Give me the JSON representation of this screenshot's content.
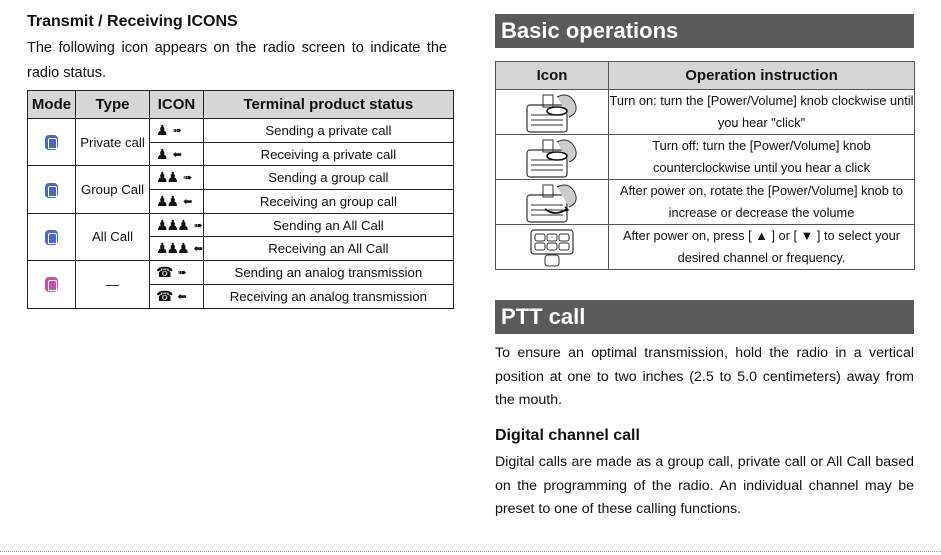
{
  "left": {
    "heading": "Transmit / Receiving ICONS",
    "intro": "The following icon appears on the radio screen to indicate the radio status.",
    "table": {
      "headers": [
        "Mode",
        "Type",
        "ICON",
        "Terminal product status"
      ],
      "groups": [
        {
          "mode_color": "#4a67c9",
          "type": "Private call",
          "rows": [
            {
              "icon": "person-icon",
              "dir": "send",
              "status": "Sending a private call"
            },
            {
              "icon": "person-icon",
              "dir": "receive",
              "status": "Receiving a private call"
            }
          ]
        },
        {
          "mode_color": "#4a67c9",
          "type": "Group Call",
          "rows": [
            {
              "icon": "group-icon",
              "dir": "send",
              "status": "Sending a group call"
            },
            {
              "icon": "group-icon",
              "dir": "receive",
              "status": "Receiving an group call"
            }
          ]
        },
        {
          "mode_color": "#4a67c9",
          "type": "All Call",
          "rows": [
            {
              "icon": "all-call-icon",
              "dir": "send",
              "status": "Sending an All Call"
            },
            {
              "icon": "all-call-icon",
              "dir": "receive",
              "status": "Receiving an All Call"
            }
          ]
        },
        {
          "mode_color": "#d34aa6",
          "type": "—",
          "rows": [
            {
              "icon": "mic-phone-icon",
              "dir": "send",
              "status": "Sending an analog transmission"
            },
            {
              "icon": "mic-phone-icon",
              "dir": "receive",
              "status": "Receiving an analog transmission"
            }
          ]
        }
      ]
    }
  },
  "right": {
    "basic_title": "Basic operations",
    "ops_table": {
      "headers": [
        "Icon",
        "Operation instruction"
      ],
      "rows": [
        {
          "icon": "knob-turn-on-icon",
          "text": "Turn on: turn the [Power/Volume] knob clockwise until you hear \"click\""
        },
        {
          "icon": "knob-turn-off-icon",
          "text": "Turn off: turn the [Power/Volume] knob counterclockwise until you hear a click"
        },
        {
          "icon": "knob-volume-icon",
          "text": "After power on, rotate the [Power/Volume] knob to  increase or decrease the volume"
        },
        {
          "icon": "keypad-icon",
          "text": "After power on, press [ ▲ ] or [ ▼ ] to select your desired channel or frequency."
        }
      ]
    },
    "ptt_title": "PTT call",
    "ptt_text": "To ensure an optimal transmission, hold the radio in a vertical position at one to two inches (2.5 to 5.0 centimeters) away from the mouth.",
    "digital_heading": "Digital channel call",
    "digital_text": "Digital calls are made as a group call, private call or All Call based on the programming of the radio. An individual channel may be preset to one of these calling functions."
  },
  "glyphs": {
    "person-icon": "🚹",
    "arrow_send": "➠",
    "arrow_receive": "⬅"
  }
}
